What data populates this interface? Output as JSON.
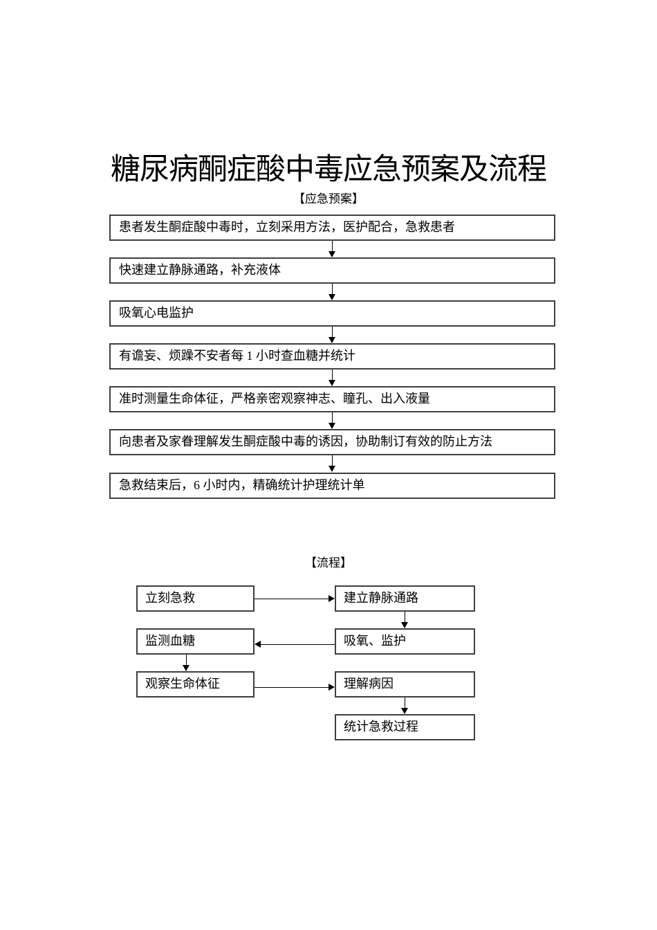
{
  "page": {
    "title": "糖尿病酮症酸中毒应急预案及流程",
    "section1_heading": "【应急预案】",
    "section2_heading": "【流程】"
  },
  "plan": {
    "steps": [
      "患者发生酮症酸中毒时，立刻采用方法，医护配合，急救患者",
      "快速建立静脉通路，补充液体",
      "吸氧心电监护",
      "有谵妄、烦躁不安者每 1 小时查血糖并统计",
      "准时测量生命体征，严格亲密观察神志、瞳孔、出入液量",
      "向患者及家眷理解发生酮症酸中毒的诱因，协助制订有效的防止方法",
      "急救结束后，6 小时内，精确统计护理统计单"
    ]
  },
  "flow": {
    "nodes": [
      {
        "label": "立刻急救"
      },
      {
        "label": "建立静脉通路"
      },
      {
        "label": "监测血糖"
      },
      {
        "label": "吸氧、监护"
      },
      {
        "label": "观察生命体征"
      },
      {
        "label": "理解病因"
      },
      {
        "label": "统计急救过程"
      }
    ],
    "edges": [
      {
        "from": "立刻急救",
        "to": "建立静脉通路",
        "direction": "right"
      },
      {
        "from": "建立静脉通路",
        "to": "吸氧、监护",
        "direction": "down"
      },
      {
        "from": "吸氧、监护",
        "to": "监测血糖",
        "direction": "left"
      },
      {
        "from": "监测血糖",
        "to": "观察生命体征",
        "direction": "down"
      },
      {
        "from": "观察生命体征",
        "to": "理解病因",
        "direction": "right"
      },
      {
        "from": "理解病因",
        "to": "统计急救过程",
        "direction": "down"
      }
    ]
  },
  "colors": {
    "ink": "#000000",
    "box_border": "#3f3f3f",
    "background": "#ffffff"
  }
}
